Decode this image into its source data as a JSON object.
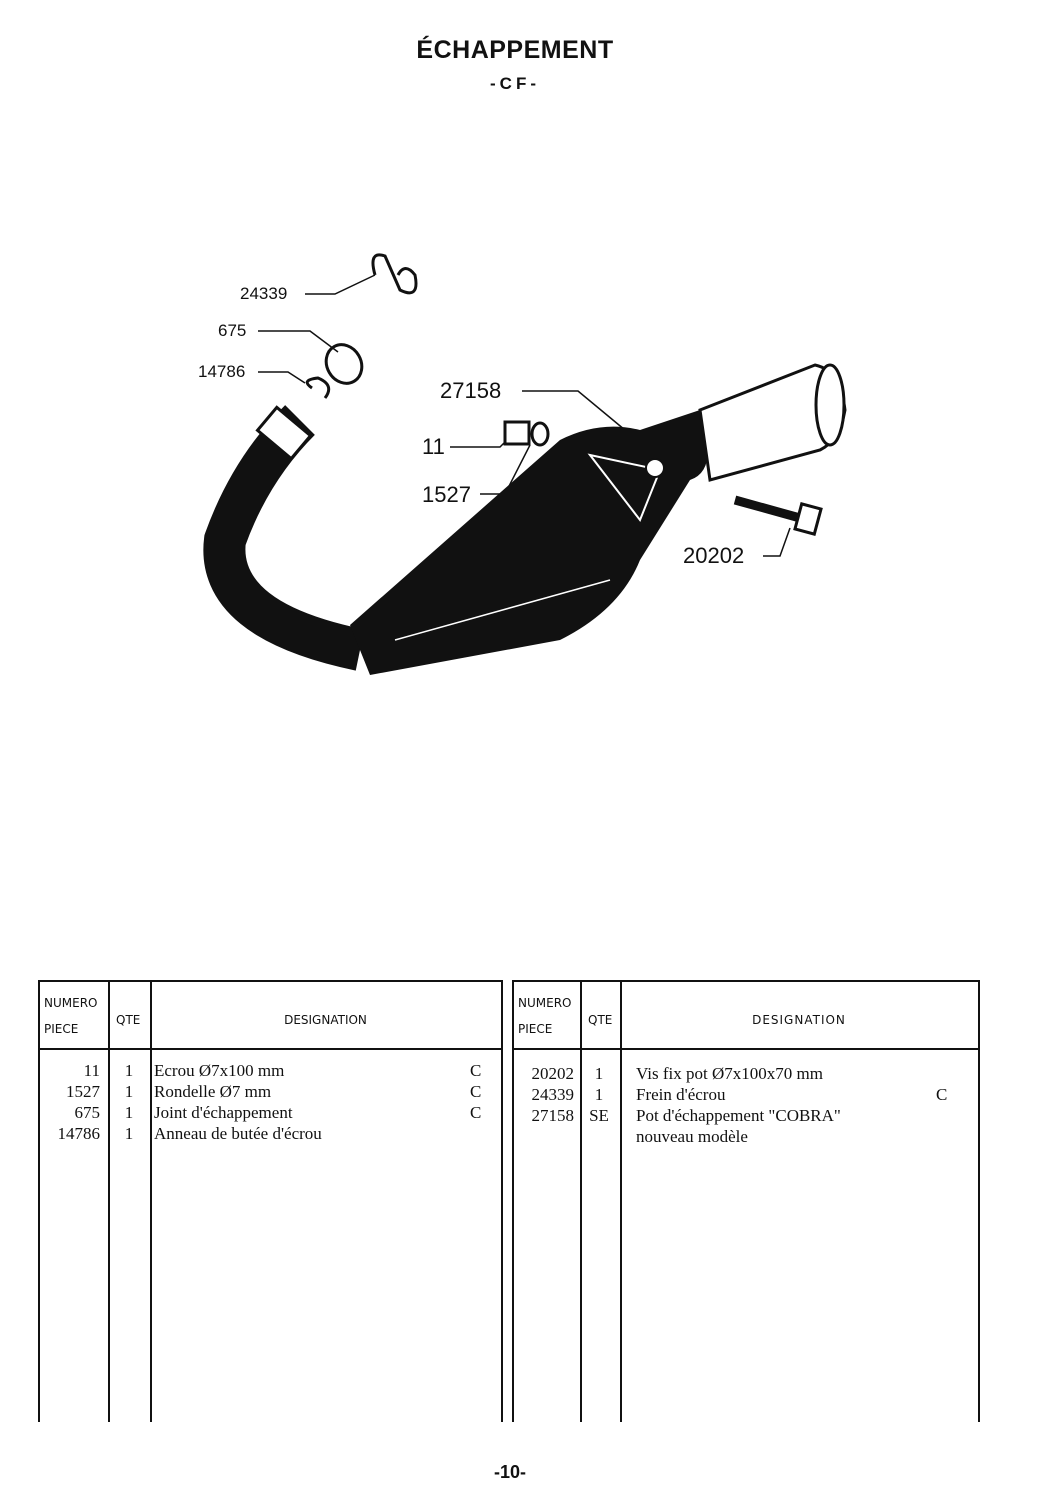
{
  "header": {
    "title": "ÉCHAPPEMENT",
    "subtitle": "-CF-"
  },
  "diagram": {
    "callouts": [
      "24339",
      "675",
      "14786",
      "27158",
      "11",
      "1527",
      "20202"
    ]
  },
  "tables": [
    {
      "headers": {
        "numero": "NUMERO",
        "piece": "PIECE",
        "qte": "QTE",
        "designation": "DESIGNATION"
      },
      "rows": [
        {
          "num": "11",
          "qte": "1",
          "designation": "Ecrou Ø7x100 mm",
          "code": "C"
        },
        {
          "num": "1527",
          "qte": "1",
          "designation": "Rondelle Ø7 mm",
          "code": "C"
        },
        {
          "num": "675",
          "qte": "1",
          "designation": "Joint d'échappement",
          "code": "C"
        },
        {
          "num": "14786",
          "qte": "1",
          "designation": "Anneau de butée d'écrou",
          "code": ""
        }
      ]
    },
    {
      "headers": {
        "numero": "NUMERO",
        "piece": "PIECE",
        "qte": "QTE",
        "designation": "DESIGNATION"
      },
      "rows": [
        {
          "num": "20202",
          "qte": "1",
          "designation": "Vis fix pot Ø7x100x70 mm",
          "code": ""
        },
        {
          "num": "24339",
          "qte": "1",
          "designation": "Frein d'écrou",
          "code": "C"
        },
        {
          "num": "27158",
          "qte": "SE",
          "designation": "Pot d'échappement \"COBRA\"",
          "code": ""
        },
        {
          "num": "",
          "qte": "",
          "designation": "nouveau modèle",
          "code": ""
        }
      ]
    }
  ],
  "footer": {
    "page": "-10-"
  }
}
